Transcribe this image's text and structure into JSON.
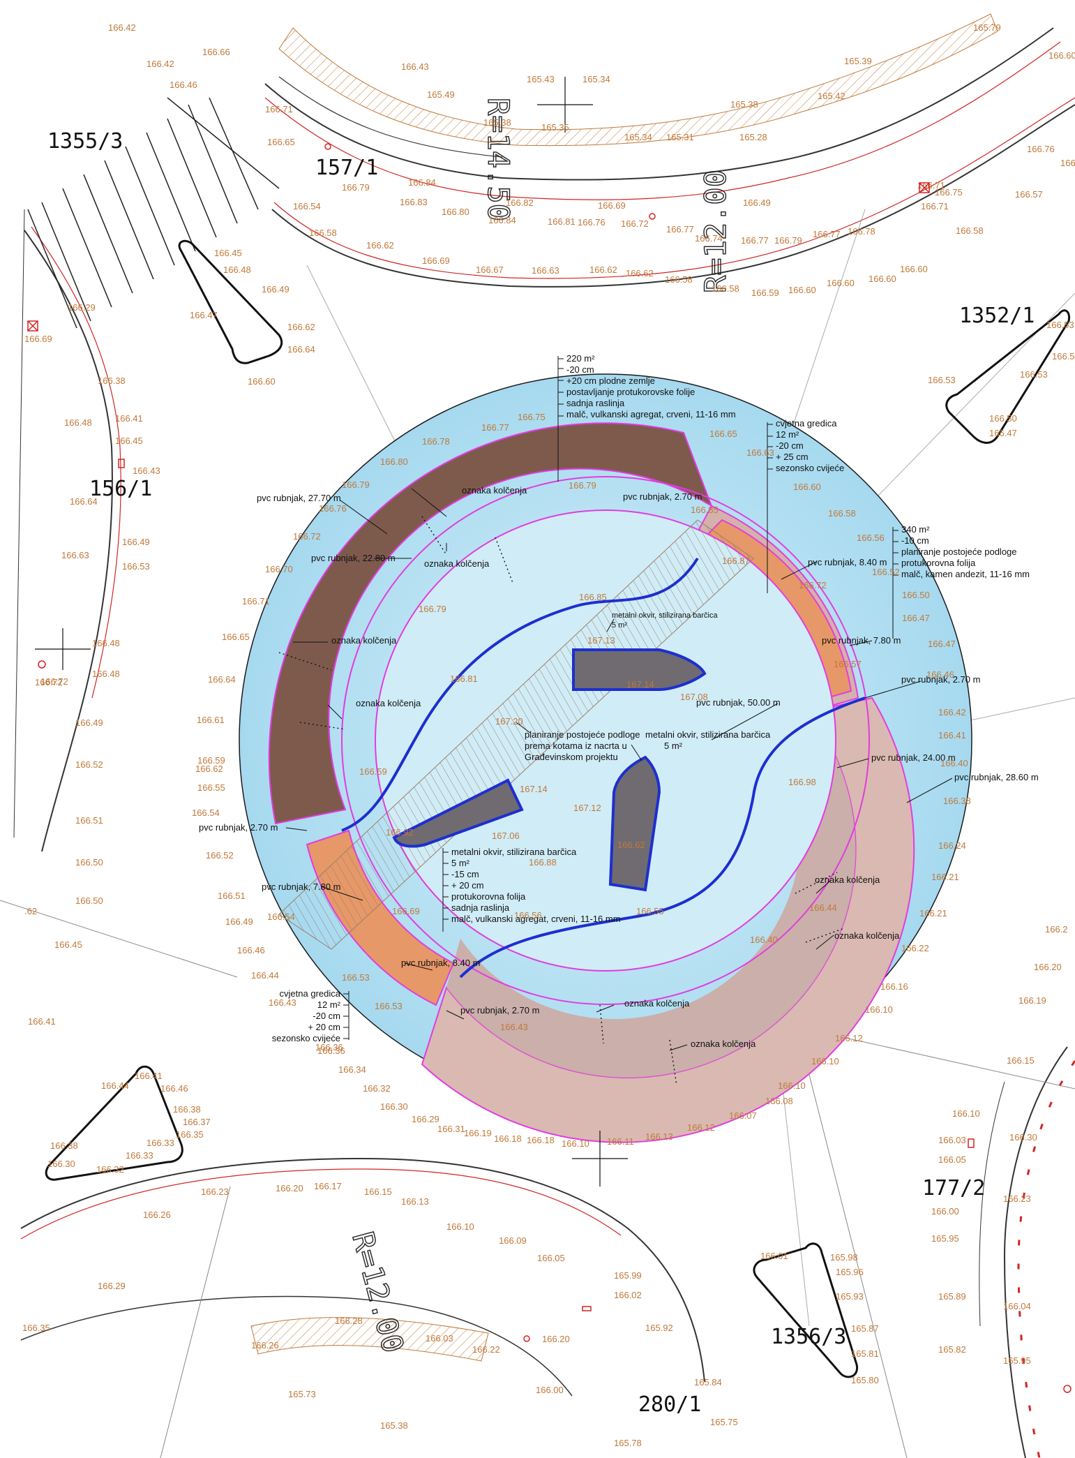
{
  "colors": {
    "water": "#b7e3f4",
    "planting_dark": "#7e5a4d",
    "planting_light": "#d9b9b1",
    "flowerbed": "#e69868",
    "gravel_frame": "#6f6b70",
    "frame_outline": "#1d2fd0",
    "edge_magenta": "#e23ce0",
    "path_blue": "#1d2fd0",
    "elevation_text": "#c0793a",
    "road_edge_red": "#d22424"
  },
  "parcels": [
    {
      "id": "p1355",
      "label": "1355/3"
    },
    {
      "id": "p157",
      "label": "157/1"
    },
    {
      "id": "p1352",
      "label": "1352/1"
    },
    {
      "id": "p156",
      "label": "156/1"
    },
    {
      "id": "p177",
      "label": "177/2"
    },
    {
      "id": "p1356",
      "label": "1356/3"
    },
    {
      "id": "p280",
      "label": "280/1"
    }
  ],
  "radii": [
    {
      "id": "r_top",
      "label": "R=14.50"
    },
    {
      "id": "r_topright",
      "label": "R=12.00"
    },
    {
      "id": "r_bottom",
      "label": "R=12.00"
    }
  ],
  "notes": {
    "top_planting": [
      "220 m²",
      "-20 cm",
      "+20 cm plodne zemlje",
      "postavljanje protukorovske folije",
      "sadnja raslinja",
      "malč, vulkanski agregat, crveni, 11-16 mm"
    ],
    "flowerbed_top": [
      "cvjetna gredica",
      "12 m²",
      "-20 cm",
      "+ 25 cm",
      "sezonsko cvijeće"
    ],
    "right_gravel": [
      "340 m²",
      "-10 cm",
      "planiranje postojeće podloge",
      "protukorovna folija",
      "malč, kamen andezit, 11-16 mm"
    ],
    "boat_small": [
      "metalni okvir, stilizirana barčica",
      "5 m²"
    ],
    "boat_center": [
      "planiranje postojeće podloge",
      "prema kotama iz nacrta u",
      "Građevinskom projektu"
    ],
    "boat_right": [
      "metalni okvir, stilizirana barčica",
      "5 m²"
    ],
    "boat_left": [
      "metalni okvir, stilizirana barčica",
      "5 m²",
      "-15 cm",
      "+ 20 cm",
      "protukorovna folija",
      "sadnja raslinja",
      "malč, vulkanski agregat, crveni, 11-16 mm"
    ],
    "flowerbed_bottom": [
      "cvjetna gredica",
      "12 m²",
      "-20 cm",
      "+ 20 cm",
      "sezonsko cvijeće"
    ]
  },
  "labels": {
    "pvc_2770": "pvc rubnjak, 27.70 m",
    "pvc_2280": "pvc rubnjak, 22.80 m",
    "pvc_270_top": "pvc rubnjak, 2.70 m",
    "pvc_840_top": "pvc rubnjak, 8.40 m",
    "pvc_780_right": "pvc rubnjak, 7.80 m",
    "pvc_270_right": "pvc rubnjak, 2.70 m",
    "pvc_5000": "pvc rubnjak, 50.00 m",
    "pvc_2400": "pvc rubnjak, 24.00 m",
    "pvc_2860": "pvc rubnjak, 28.60 m",
    "pvc_270_left": "pvc rubnjak, 2.70 m",
    "pvc_780_left": "pvc rubnjak, 7.80 m",
    "pvc_840_bottom": "pvc rubnjak, 8.40 m",
    "pvc_270_bottom": "pvc rubnjak, 2.70 m",
    "kol_1": "oznaka kolčenja",
    "kol_2": "oznaka kolčenja",
    "kol_3": "oznaka kolčenja",
    "kol_4": "oznaka kolčenja",
    "kol_5": "oznaka kolčenja",
    "kol_6": "oznaka kolčenja",
    "kol_7": "oznaka kolčenja",
    "kol_8": "oznaka kolčenja"
  },
  "elevations": {
    "e01": "166.42",
    "e02": "166.66",
    "e03": "166.43",
    "e04": "165.43",
    "e05": "165.34",
    "e06": "165.39",
    "e07": "165.79",
    "e08": "166.42",
    "e09": "166.46",
    "e10": "165.49",
    "e11": "165.38",
    "e12": "165.42",
    "e13": "166.60",
    "e14": "166.71",
    "e15": "165.38",
    "e16": "165.35",
    "e17": "165.34",
    "e18": "165.31",
    "e19": "165.28",
    "e20": "166.65",
    "e21": "166.79",
    "e22": "166.84",
    "e23": "166.76",
    "e24": "166.57",
    "e25": "166.75",
    "e26": "166.54",
    "e27": "166.83",
    "e28": "166.82",
    "e29": "166.69",
    "e30": "166.71",
    "e31": "166.49",
    "e32": "166.58",
    "e33": "166.62",
    "e34": "166.80",
    "e35": "166.84",
    "e36": "166.81",
    "e37": "166.76",
    "e38": "166.72",
    "e39": "166.77",
    "e40": "166.74",
    "e41": "166.77",
    "e42": "166.79",
    "e43": "166.77",
    "e44": "166.78",
    "e45": "166.58",
    "e46": "166.69",
    "e47": "166.67",
    "e48": "166.63",
    "e49": "166.62",
    "e50": "166.62",
    "e51": "166.58",
    "e52": "166.58",
    "e53": "166.59",
    "e54": "166.60",
    "e55": "166.60",
    "e56": "166.60",
    "e57": "166.60",
    "e58": "166.45",
    "e59": "166.48",
    "e60": "166.49",
    "e61": "166.29",
    "e62": "166.47",
    "e63": "166.62",
    "e64": "166.64",
    "e65": "166.60",
    "e66": "166.38",
    "e67": "166.41",
    "e68": "166.45",
    "e69": "166.43",
    "e70": "166.48",
    "e71": "166.49",
    "e72": "166.53",
    "e73": "166.64",
    "e74": "166.63",
    "e75": "166.72",
    "e76": "166.48",
    "e77": "166.48",
    "e78": "166.49",
    "e79": "166.52",
    "e80": "166.51",
    "e81": "166.50",
    "e82": "166.50",
    "e83": "166.45",
    "e84": "166.41",
    "e85": "166.75",
    "e86": "166.77",
    "e87": "166.78",
    "e88": "166.80",
    "e89": "166.79",
    "e90": "166.76",
    "e91": "166.72",
    "e92": "166.70",
    "e93": "166.71",
    "e94": "166.65",
    "e95": "166.64",
    "e96": "166.61",
    "e97": "166.59",
    "e98": "166.55",
    "e99": "166.54",
    "e100": "166.52",
    "e101": "166.51",
    "e102": "166.49",
    "e103": "166.46",
    "e104": "166.44",
    "e105": "166.43",
    "e106": "166.36",
    "e107": "166.34",
    "e108": "166.32",
    "e109": "166.30",
    "e110": "166.29",
    "e111": "166.31",
    "e112": "166.19",
    "e113": "166.18",
    "e114": "166.18",
    "e115": "166.10",
    "e116": "166.11",
    "e117": "166.13",
    "e118": "166.12",
    "e119": "166.07",
    "e120": "166.08",
    "e121": "166.10",
    "e122": "166.10",
    "e123": "166.12",
    "e124": "166.10",
    "e125": "166.16",
    "e126": "166.22",
    "e127": "166.21",
    "e128": "166.21",
    "e129": "166.24",
    "e130": "166.38",
    "e131": "166.40",
    "e132": "166.41",
    "e133": "166.42",
    "e134": "166.46",
    "e135": "166.47",
    "e136": "166.47",
    "e137": "166.50",
    "e138": "166.52",
    "e139": "166.56",
    "e140": "166.58",
    "e141": "166.60",
    "e142": "166.63",
    "e143": "166.65",
    "i01": "166.79",
    "i02": "166.85",
    "i03": "166.87",
    "i04": "166.72",
    "i05": "166.79",
    "i06": "166.85",
    "i07": "167.13",
    "i08": "167.14",
    "i09": "167.08",
    "i10": "166.57",
    "i11": "166.81",
    "i12": "167.20",
    "i13": "166.59",
    "i14": "167.14",
    "i15": "167.12",
    "i16": "166.98",
    "i17": "167.06",
    "i18": "166.92",
    "i19": "166.88",
    "i20": "166.62",
    "i21": "166.69",
    "i22": "166.56",
    "i23": "166.55",
    "i24": "166.44",
    "i25": "166.40",
    "i26": "166.54",
    "i27": "166.53",
    "i28": "166.53",
    "i29": "166.43",
    "i30": "166.36",
    "x01": "166.53",
    "x02": "166.54",
    "x03": "166.53",
    "x04": "166.53",
    "x05": "166.50",
    "x06": "166.47",
    "b01": "166.41",
    "b02": "166.46",
    "b03": "166.44",
    "b04": "166.38",
    "b05": "166.37",
    "b06": "166.35",
    "b07": "166.38",
    "b08": "166.33",
    "b09": "166.33",
    "b10": "166.30",
    "b11": "166.32",
    "c01": "166.23",
    "c02": "166.20",
    "c03": "166.17",
    "c04": "166.15",
    "c05": "166.13",
    "c06": "166.26",
    "c07": "166.10",
    "c08": "166.09",
    "c09": "166.05",
    "c10": "165.99",
    "c11": "166.29",
    "c12": "166.02",
    "c13": "165.92",
    "c14": "166.35",
    "c15": "166.28",
    "c16": "166.26",
    "c17": "166.03",
    "c18": "166.22",
    "c19": "166.20",
    "c20": "165.84",
    "c21": "165.73",
    "c22": "165.38",
    "c23": "165.78",
    "c24": "165.75",
    "c25": "166.00",
    "d01": "166.01",
    "d02": "165.98",
    "d03": "165.96",
    "d04": "165.93",
    "d05": "165.87",
    "d06": "165.81",
    "d07": "165.80",
    "d08": "166.10",
    "d09": "166.03",
    "d10": "166.05",
    "d11": "166.00",
    "d12": "165.95",
    "d13": "165.89",
    "d14": "165.82",
    "d15": "166.04",
    "d16": "165.95",
    "d17": "166.30",
    "d18": "166.23",
    "d19": "166.15",
    "d20": "166.19",
    "d21": "166.20",
    "d22": "166.2",
    "f01": "166.72",
    "f02": "166.7",
    "f03": "166.71",
    "f04": "166.62",
    "f05": "166.69",
    "f06": ".62"
  }
}
